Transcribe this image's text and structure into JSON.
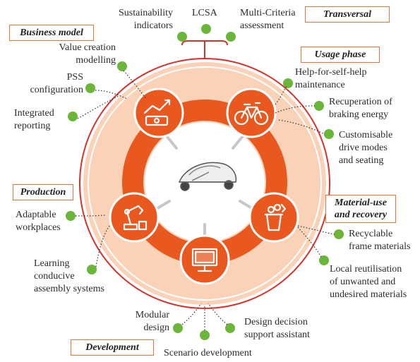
{
  "sections": {
    "transversal": "Transversal",
    "business_model": "Business model",
    "usage_phase": "Usage phase",
    "production": "Production",
    "material_use": "Material-use\nand recovery",
    "development": "Development"
  },
  "labels": {
    "sustainability_indicators": "Sustainability\nindicators",
    "lcsa": "LCSA",
    "multi_criteria": "Multi-Criteria\nassessment",
    "value_creation": "Value creation\nmodelling",
    "pss_configuration": "PSS\nconfiguration",
    "integrated_reporting": "Integrated\nreporting",
    "help_for_self_help": "Help-for-self-help\nmaintenance",
    "recuperation": "Recuperation of\nbraking energy",
    "customisable": "Customisable\ndrive modes\nand seating",
    "adaptable": "Adaptable\nworkplaces",
    "learning": "Learning\nconducive\nassembly systems",
    "recyclable": "Recyclable\nframe materials",
    "local_reutilisation": "Local reutilisation\nof unwanted and\nundesired materials",
    "modular_design": "Modular\ndesign",
    "scenario_development": "Scenario development",
    "design_decision": "Design decision\nsupport assistant"
  },
  "icons": {
    "business": "money-growth-icon",
    "usage": "bicycle-icon",
    "production": "robot-arm-icon",
    "material": "recycling-bin-icon",
    "development": "computer-monitor-icon",
    "center": "velomobile-vehicle-icon"
  },
  "colors": {
    "outer_ring": "#f6c4a3",
    "inner_ring": "#e8581f",
    "accent_line": "#d9302a",
    "node_green": "#6bb53a",
    "section_border": "#e8733a"
  }
}
